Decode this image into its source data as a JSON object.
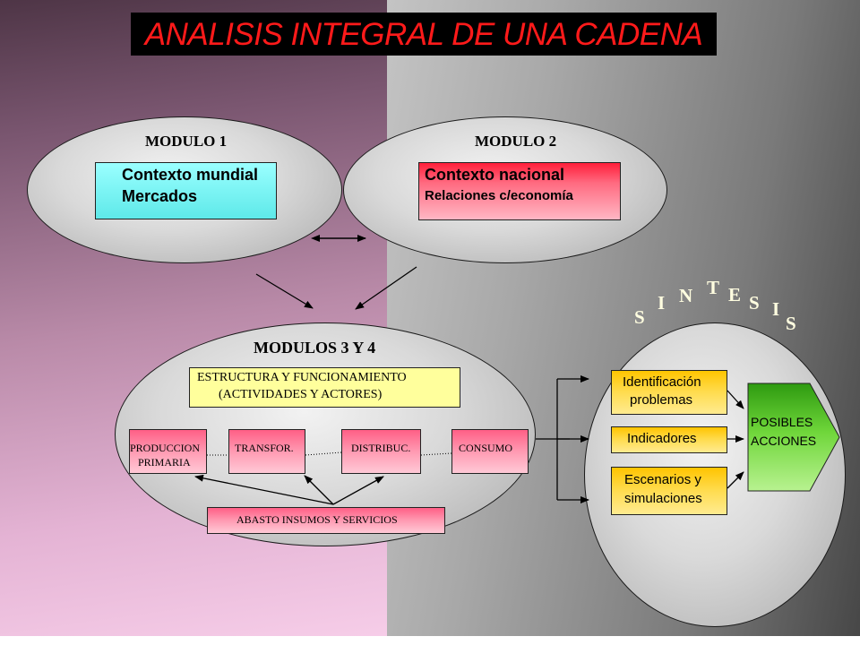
{
  "title": "ANALISIS INTEGRAL DE UNA CADENA",
  "colors": {
    "title_text": "#ff1a1a",
    "title_bg": "#000000",
    "cyan_box": "#66f0f0",
    "red_box": "#ff3a55",
    "pink_box": "#ff9ab2",
    "yellow_box": "#ffd42a",
    "green_box": "#5fcf2a",
    "sintesis_letters": "#fffde0"
  },
  "modulo1": {
    "title": "MODULO 1",
    "line1": "Contexto mundial",
    "line2": "Mercados"
  },
  "modulo2": {
    "title": "MODULO 2",
    "line1": "Contexto nacional",
    "line2": "Relaciones c/economía"
  },
  "modulos34": {
    "title": "MODULOS 3 Y 4",
    "structure_line1": "ESTRUCTURA Y FUNCIONAMIENTO",
    "structure_line2": "(ACTIVIDADES Y ACTORES)",
    "chain": {
      "produccion_line1": "PRODUCCION",
      "produccion_line2": "PRIMARIA",
      "transfor": "TRANSFOR.",
      "distribuc": "DISTRIBUC.",
      "consumo": "CONSUMO"
    },
    "abasto": "ABASTO INSUMOS Y SERVICIOS"
  },
  "sintesis": {
    "letters": [
      "S",
      "I",
      "N",
      "T",
      "E",
      "S",
      "I",
      "S"
    ],
    "identificacion_line1": "Identificación",
    "identificacion_line2": "problemas",
    "indicadores": "Indicadores",
    "escenarios_line1": "Escenarios y",
    "escenarios_line2": "simulaciones",
    "acciones_line1": "POSIBLES",
    "acciones_line2": "ACCIONES"
  }
}
